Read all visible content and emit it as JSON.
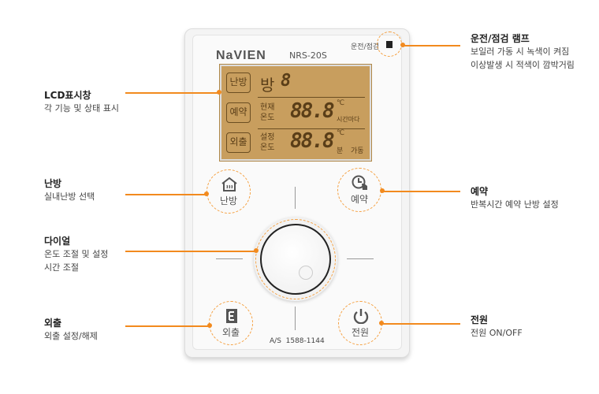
{
  "device": {
    "brand": "NaVIEN",
    "model": "NRS-20S",
    "lamp_label": "운전/점검",
    "as_number": "A/S  1588-1144"
  },
  "lcd": {
    "btn_heating": "난방",
    "btn_reserve": "예약",
    "btn_away": "외출",
    "room": "방",
    "room_digit": "8",
    "current_label1": "현재",
    "current_label2": "온도",
    "current_value": "88.8",
    "unit": "℃",
    "suffix1": "시간마다",
    "set_label1": "설정",
    "set_label2": "온도",
    "set_value": "88.8",
    "suffix2a": "분",
    "suffix2b": "가동"
  },
  "buttons": {
    "heating": "난방",
    "reserve": "예약",
    "away": "외출",
    "power": "전원"
  },
  "callouts": {
    "lcd": {
      "title": "LCD표시창",
      "desc": [
        "각 기능 및 상태 표시"
      ]
    },
    "heating": {
      "title": "난방",
      "desc": [
        "실내난방 선택"
      ]
    },
    "dial": {
      "title": "다이얼",
      "desc": [
        "온도 조절 및 설정",
        "시간 조절"
      ]
    },
    "away": {
      "title": "외출",
      "desc": [
        "외출 설정/해제"
      ]
    },
    "lamp": {
      "title": "운전/점검 램프",
      "desc": [
        "보일러 가동 시 녹색이 켜짐",
        "이상발생 시 적색이 깜박거림"
      ]
    },
    "reserve": {
      "title": "예약",
      "desc": [
        "반복시간 예약 난방 설정"
      ]
    },
    "power": {
      "title": "전원",
      "desc": [
        "전원 ON/OFF"
      ]
    }
  },
  "colors": {
    "accent": "#f28a1e",
    "lcd": "#c89e5e"
  }
}
